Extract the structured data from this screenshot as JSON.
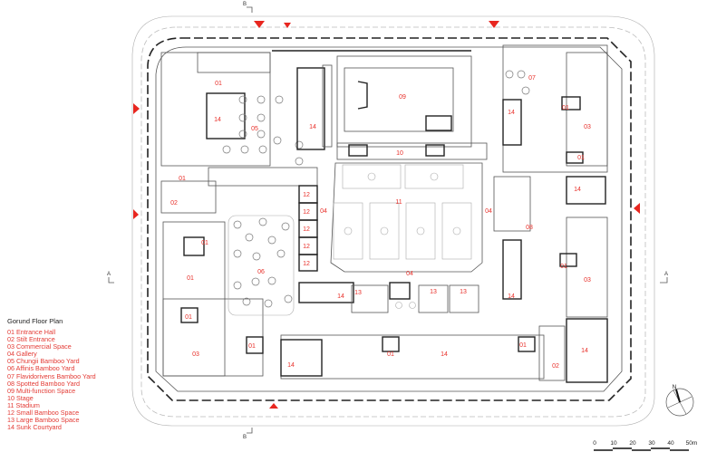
{
  "legend": {
    "title": "Gorund Floor Plan",
    "items": [
      "01 Entrance Hall",
      "02 Stilt Entrance",
      "03 Commercial Space",
      "04 Gallery",
      "05 Chungii Bamboo Yard",
      "06 Affinis Bamboo Yard",
      "07 Flavidorivens Bamboo Yard",
      "08 Spotted Bamboo Yard",
      "09 Multi-function Space",
      "10 Stage",
      "11 Stadium",
      "12 Small Bamboo Space",
      "13 Large Bamboo Space",
      "14 Sunk Courtyard"
    ]
  },
  "plan": {
    "rooms": [
      "01",
      "09",
      "14",
      "05",
      "14",
      "07",
      "14",
      "01",
      "03",
      "10",
      "01",
      "01",
      "14",
      "02",
      "11",
      "12",
      "04",
      "12",
      "12",
      "12",
      "12",
      "04",
      "08",
      "01",
      "06",
      "01",
      "04",
      "01",
      "03",
      "14",
      "13",
      "13",
      "13",
      "14",
      "01",
      "01",
      "01",
      "01",
      "03",
      "14",
      "14",
      "02",
      "14",
      "03"
    ],
    "section_markers": {
      "a_left": "A",
      "a_right": "A",
      "b_top": "B",
      "b_bottom": "B"
    },
    "accent_color": "#e8261f"
  },
  "compass": {
    "north_label": "N"
  },
  "scale_bar": {
    "ticks": [
      "0",
      "10",
      "20",
      "30",
      "40",
      "50m"
    ]
  }
}
